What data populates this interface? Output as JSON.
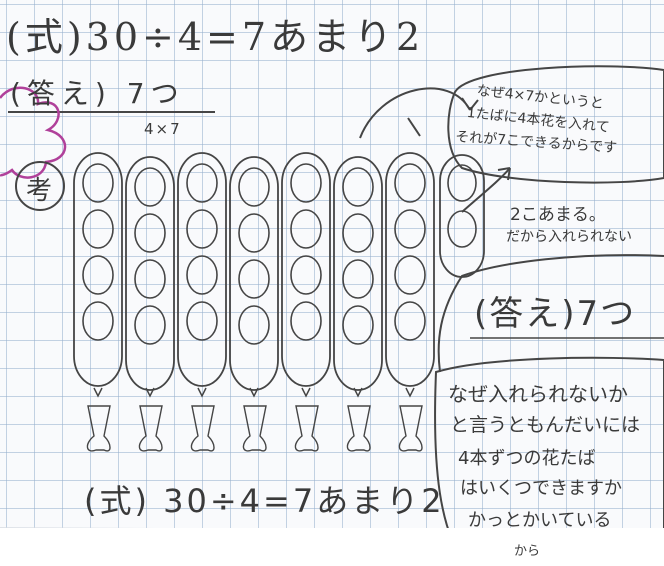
{
  "worksheet": {
    "top_equation": "(式)30÷4=7あまり2",
    "top_answer": "(答え) 7つ",
    "margin_note": "4×7",
    "circled_label": "考",
    "bubble_question": [
      "なぜ4×7かというと",
      "1たばに4本花を入れて",
      "それが7こできるからです"
    ],
    "remainder_note": [
      "2こあまる。",
      "だから入れられない"
    ],
    "boxed_answer": "(答え)7つ",
    "explanation": [
      "なぜ入れられないか",
      "と言うともんだいには",
      "4本ずつの花たば",
      "はいくつできますか",
      "かっとかいている",
      "から"
    ],
    "bottom_equation": "(式) 30÷4=7あまり2"
  },
  "drawing": {
    "bundle_count": 7,
    "flowers_per_bundle": 4,
    "extra_flowers": 2,
    "ink_color": "#454545",
    "correction_color": "#b0409a"
  }
}
